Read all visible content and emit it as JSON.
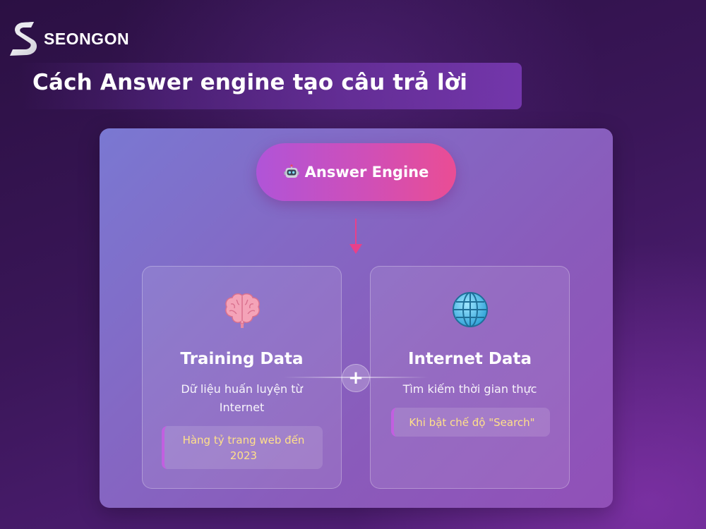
{
  "brand": {
    "name": "SEONGON"
  },
  "title": "Cách Answer engine tạo câu trả lời",
  "engine": {
    "icon": "robot-icon",
    "label": "Answer Engine"
  },
  "connector": {
    "symbol": "+"
  },
  "sources": [
    {
      "icon": "brain-icon",
      "title": "Training Data",
      "subtitle": "Dữ liệu huấn luyện từ Internet",
      "tag": "Hàng tỷ trang web đến 2023"
    },
    {
      "icon": "globe-icon",
      "title": "Internet Data",
      "subtitle": "Tìm kiếm thời gian thực",
      "tag": "Khi bật chế độ \"Search\""
    }
  ],
  "colors": {
    "background": "#3a1658",
    "card": "#8468c4",
    "pill_start": "#b054d8",
    "pill_end": "#ea4d94",
    "arrow": "#e8408a",
    "tag_text": "#ffe08a"
  }
}
